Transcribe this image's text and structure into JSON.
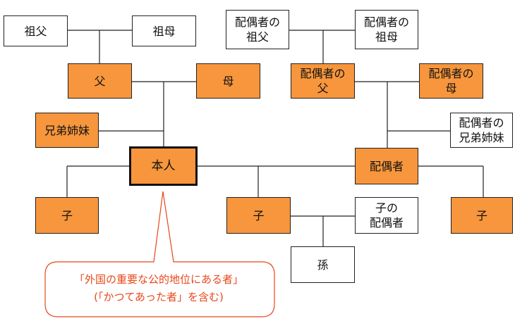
{
  "nodes": {
    "grandfather": "祖父",
    "grandmother": "祖母",
    "spouse_grandfather": "配偶者の\n祖父",
    "spouse_grandmother": "配偶者の\n祖母",
    "father": "父",
    "mother": "母",
    "spouse_father": "配偶者の\n父",
    "spouse_mother": "配偶者の\n母",
    "siblings": "兄弟姉妹",
    "spouse_siblings": "配偶者の\n兄弟姉妹",
    "self": "本人",
    "spouse": "配偶者",
    "child_left": "子",
    "child_middle": "子",
    "child_right": "子",
    "child_spouse": "子の\n配偶者",
    "grandchild": "孫"
  },
  "callout": {
    "line1": "「外国の重要な公的地位にある者」",
    "line2": "(「かつてあった者」を含む)"
  },
  "colors": {
    "highlight": "#f7963c",
    "callout": "#e8471a",
    "line": "#222222"
  }
}
